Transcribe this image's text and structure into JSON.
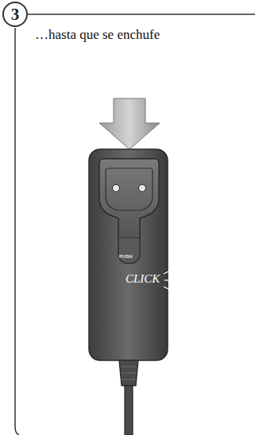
{
  "diagram": {
    "nodes": [
      {
        "text": [
          "3"
        ]
      }
    ],
    "labels": [
      "…hasta que se enchufe",
      "PUSH",
      "CLICK"
    ]
  }
}
